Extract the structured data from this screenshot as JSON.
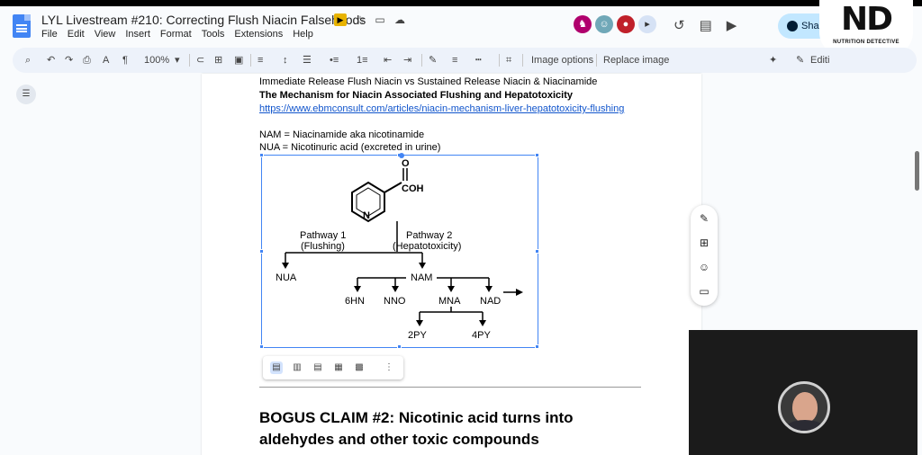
{
  "doc": {
    "title": "LYL Livestream #210: Correcting Flush Niacin Falsehoods",
    "menu": [
      "File",
      "Edit",
      "View",
      "Insert",
      "Format",
      "Tools",
      "Extensions",
      "Help"
    ]
  },
  "header": {
    "share_label": "Sha",
    "logo_mark": "ND",
    "logo_subtitle": "NUTRITION DETECTIVE"
  },
  "toolbar": {
    "zoom": "100%",
    "image_options": "Image options",
    "replace_image": "Replace image",
    "editing_label": "Editi"
  },
  "page": {
    "line1": "Immediate Release Flush Niacin vs Sustained Release Niacin & Niacinamide",
    "line2": "The Mechanism for Niacin Associated Flushing and Hepatotoxicity",
    "link": "https://www.ebmconsult.com/articles/niacin-mechanism-liver-hepatotoxicity-flushing",
    "nam_def": "NAM = Niacinamide aka nicotinamide",
    "nua_def": "NUA = Nicotinuric acid (excreted in urine)",
    "claim_line1": "BOGUS CLAIM #2: Nicotinic acid turns into",
    "claim_line2": "aldehydes and other toxic compounds"
  },
  "diagram": {
    "o_label": "O",
    "cooh_label": "COH",
    "n_label": "N",
    "pathway1_title": "Pathway 1",
    "pathway1_sub": "(Flushing)",
    "pathway2_title": "Pathway 2",
    "pathway2_sub": "(Hepatotoxicity)",
    "nua": "NUA",
    "nam": "NAM",
    "hn6": "6HN",
    "nno": "NNO",
    "mna": "MNA",
    "nad": "NAD",
    "py2": "2PY",
    "py4": "4PY"
  },
  "colors": {
    "accent": "#4285f4",
    "share_bg": "#c2e7ff",
    "link": "#1155cc"
  }
}
